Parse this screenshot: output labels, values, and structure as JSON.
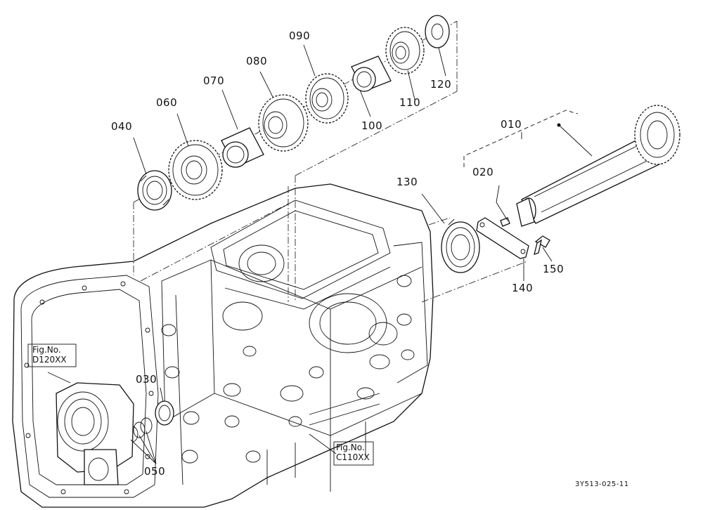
{
  "parts": {
    "p010": "010",
    "p020": "020",
    "p030": "030",
    "p040": "040",
    "p050": "050",
    "p060": "060",
    "p070": "070",
    "p080": "080",
    "p090": "090",
    "p100": "100",
    "p110": "110",
    "p120": "120",
    "p130": "130",
    "p140": "140",
    "p150": "150"
  },
  "figure_refs": {
    "d120": {
      "line1": "Fig.No.",
      "line2": "D120XX"
    },
    "c110": {
      "line1": "Fig.No.",
      "line2": "C110XX"
    }
  },
  "drawing_code": "3Y513-025-11"
}
